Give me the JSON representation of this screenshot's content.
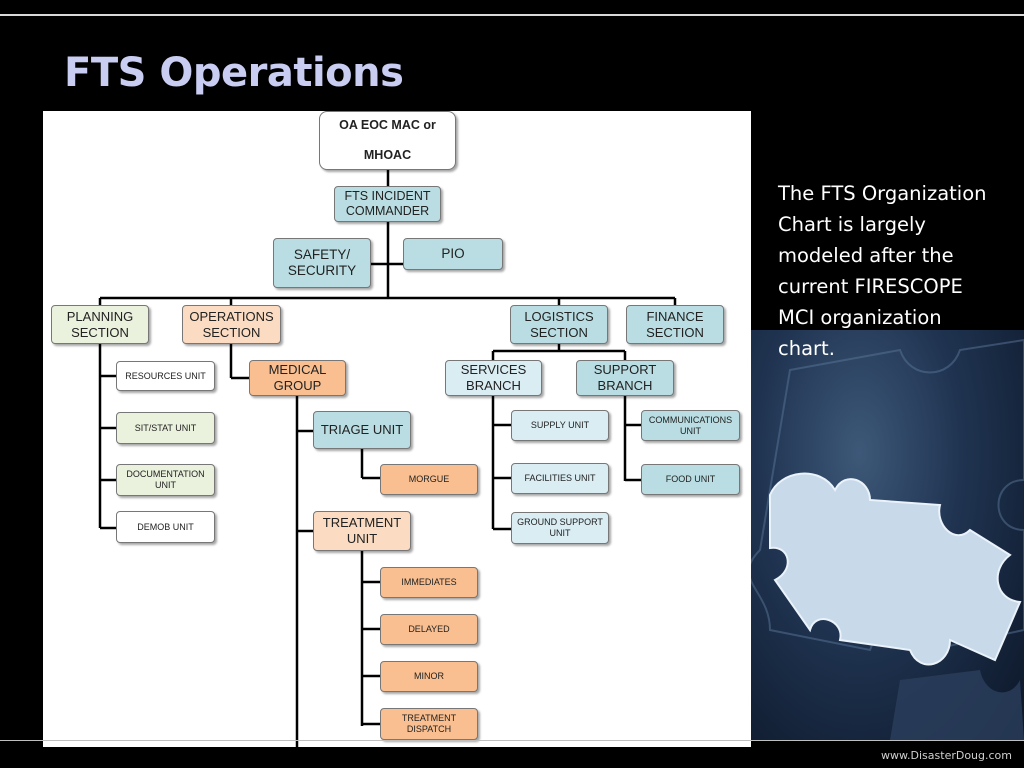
{
  "slide": {
    "title": "FTS Operations",
    "caption": "The FTS Organization Chart is largely modeled after the current FIRESCOPE MCI organization chart.",
    "footer": "www.DisasterDoug.com"
  },
  "org_chart": {
    "nodes": {
      "oa_eoc": "OA EOC MAC or\n\nMHOAC",
      "incident_commander": "FTS INCIDENT\nCOMMANDER",
      "safety_security": "SAFETY/\nSECURITY",
      "pio": "PIO",
      "planning_section": "PLANNING\nSECTION",
      "operations_section": "OPERATIONS\nSECTION",
      "logistics_section": "LOGISTICS\nSECTION",
      "finance_section": "FINANCE\nSECTION",
      "resources_unit": "RESOURCES  UNIT",
      "sit_stat_unit": "SIT/STAT  UNIT",
      "documentation_unit": "DOCUMENTATION\nUNIT",
      "demob_unit": "DEMOB UNIT",
      "medical_group": "MEDICAL\nGROUP",
      "triage_unit": "TRIAGE UNIT",
      "morgue": "MORGUE",
      "treatment_unit": "TREATMENT\nUNIT",
      "immediates": "IMMEDIATES",
      "delayed": "DELAYED",
      "minor": "MINOR",
      "treatment_dispatch": "TREATMENT\nDISPATCH",
      "services_branch": "SERVICES\nBRANCH",
      "support_branch": "SUPPORT\nBRANCH",
      "supply_unit": "SUPPLY  UNIT",
      "facilities_unit": "FACILITIES  UNIT",
      "ground_support_unit": "GROUND SUPPORT\nUNIT",
      "communications_unit": "COMMUNICATIONS\nUNIT",
      "food_unit": "FOOD UNIT"
    },
    "colors": {
      "command_staff": "#b9dde2",
      "planning": "#eaf1dd",
      "operations": "#fbdcc2",
      "operations_units": "#f9bf90",
      "logistics_units": "#daedf3"
    }
  }
}
